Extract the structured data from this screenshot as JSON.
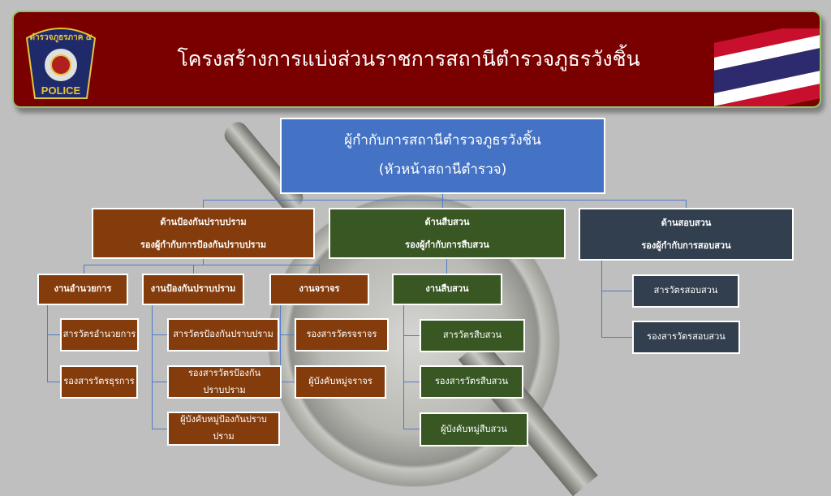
{
  "header": {
    "title": "โครงสร้างการแบ่งส่วนราชการสถานีตำรวจภูธรวังชิ้น",
    "badge_text": "ตำรวจภูธรภาค ๕",
    "badge_label": "POLICE"
  },
  "chief": {
    "line1": "ผู้กำกับการสถานีตำรวจภูธรวังชิ้น",
    "line2": "(หัวหน้าสถานีตำรวจ)"
  },
  "divisions": [
    {
      "title": "ด้านป้องกันปราบปราม",
      "head": "รองผู้กำกับการป้องกันปราบปราม",
      "units": [
        {
          "name": "งานอำนวยการ",
          "staff": [
            "สารวัตรอำนวยการ",
            "รองสารวัตรธุรการ"
          ]
        },
        {
          "name": "งานป้องกันปราบปราม",
          "staff": [
            "สารวัตรป้องกันปราบปราม",
            "รองสารวัตรป้องกันปราบปราม",
            "ผู้บังคับหมู่ป้องกันปราบปราม"
          ]
        },
        {
          "name": "งานจราจร",
          "staff": [
            "รองสารวัตรจราจร",
            "ผู้บังคับหมู่จราจร"
          ]
        }
      ]
    },
    {
      "title": "ด้านสืบสวน",
      "head": "รองผู้กำกับการสืบสวน",
      "units": [
        {
          "name": "งานสืบสวน",
          "staff": [
            "สารวัตรสืบสวน",
            "รองสารวัตรสืบสวน",
            "ผู้บังคับหมู่สืบสวน"
          ]
        }
      ]
    },
    {
      "title": "ด้านสอบสวน",
      "head": "รองผู้กำกับการสอบสวน",
      "staff": [
        "สารวัตรสอบสวน",
        "รองสารวัตรสอบสวน"
      ]
    }
  ],
  "colors": {
    "header": "#7a0000",
    "chief": "#4472c4",
    "prevention": "#843c0c",
    "investigation": "#385723",
    "inquiry": "#323f4f",
    "connector": "#4f7bc6"
  }
}
